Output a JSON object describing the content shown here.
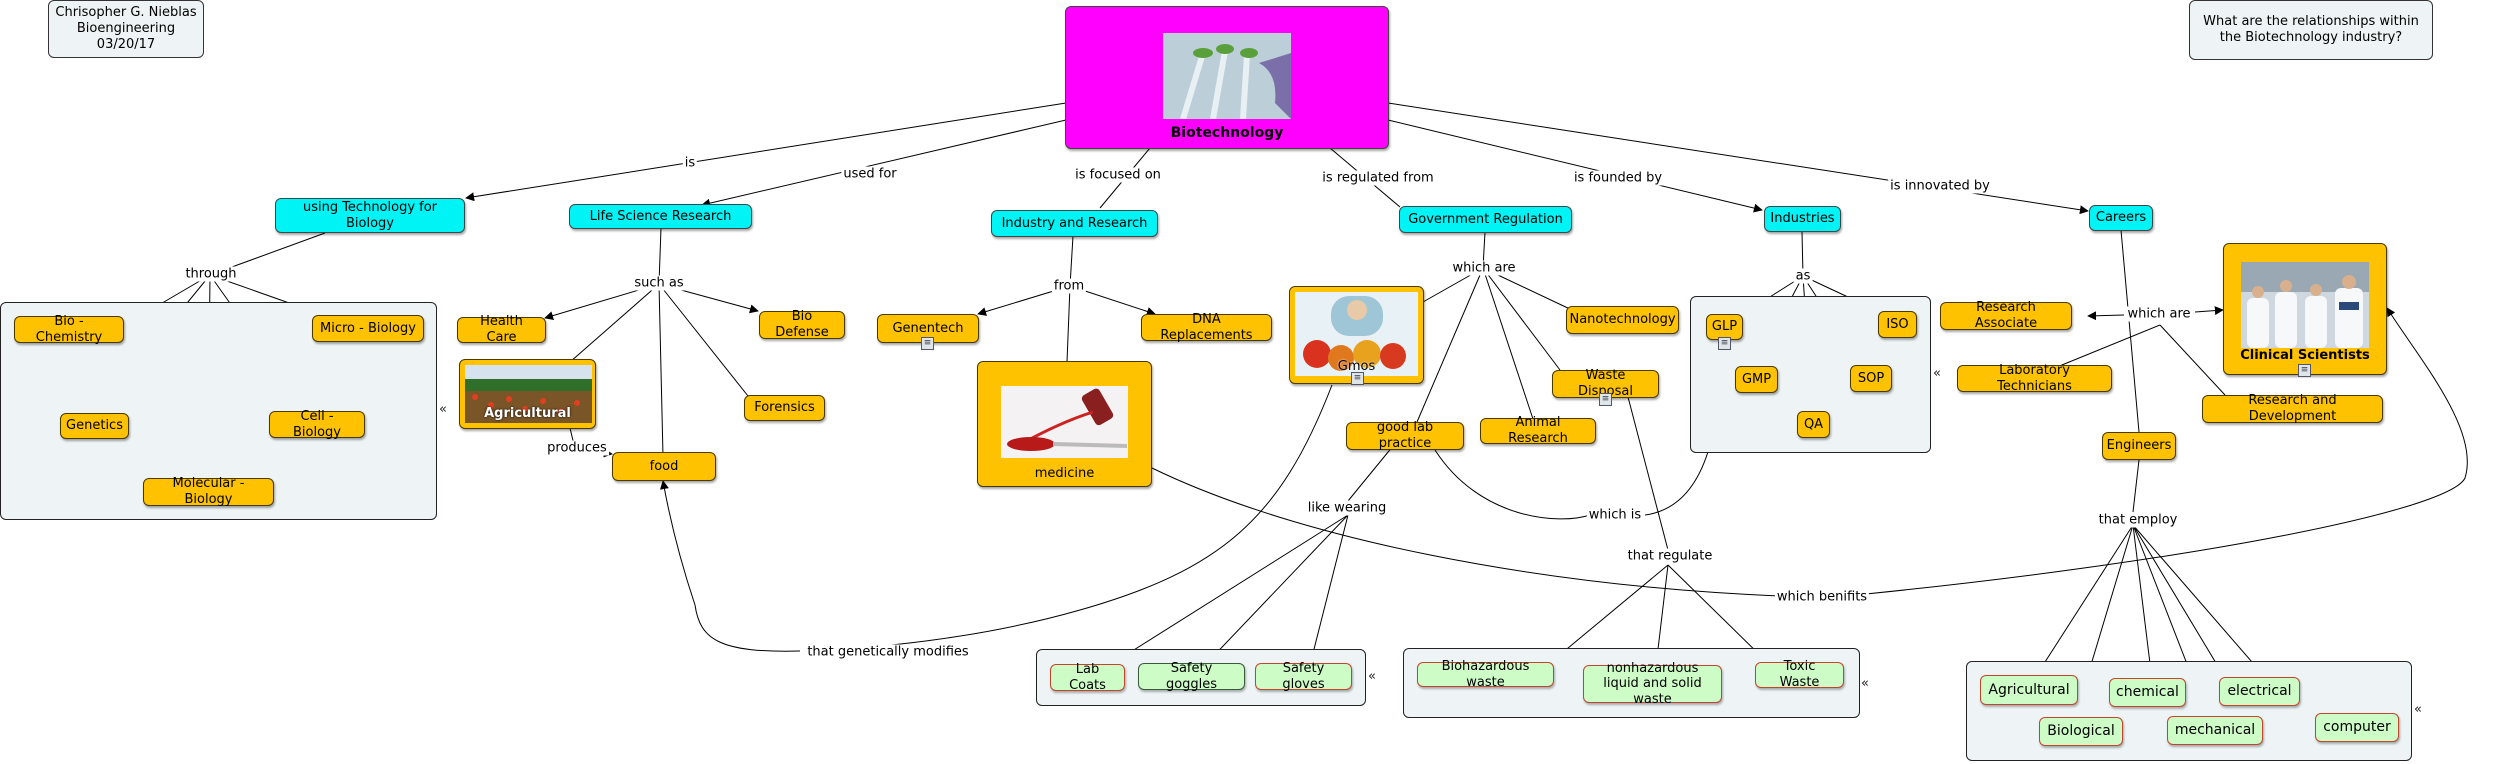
{
  "info_left": [
    "Chrisopher G. Nieblas",
    "Bioengineering",
    "03/20/17"
  ],
  "focus_question": "What are the relationships within the Biotechnology industry?",
  "center_title": "Biotechnology",
  "colors": {
    "magenta": "#ff00ff",
    "cyan": "#00f3f5",
    "gold": "#ffc200",
    "green": "#cdfcc7",
    "group": "#eef4f6"
  },
  "nodes": {
    "using_tech": "using Technology for Biology",
    "life_science": "Life Science Research",
    "industry_research": "Industry and Research",
    "gov_reg": "Government Regulation",
    "industries": "Industries",
    "careers": "Careers",
    "bio_chem": "Bio - Chemistry",
    "micro_bio": "Micro - Biology",
    "genetics": "Genetics",
    "cell_bio": "Cell - Biology",
    "molecular_bio": "Molecular - Biology",
    "health_care": "Health Care",
    "bio_defense": "Bio Defense",
    "agricultural": "Agricultural",
    "forensics": "Forensics",
    "food": "food",
    "genentech": "Genentech",
    "dna_replacements": "DNA Replacements",
    "medicine": "medicine",
    "gmos": "Gmos",
    "nanotechnology": "Nanotechnology",
    "waste_disposal": "Waste Disposal",
    "good_lab_practice": "good lab practice",
    "animal_research": "Animal Research",
    "glp": "GLP",
    "iso": "ISO",
    "gmp": "GMP",
    "sop": "SOP",
    "qa": "QA",
    "research_associate": "Research Associate",
    "lab_technicians": "Laboratory Technicians",
    "clinical_scientists": "Clinical Scientists",
    "research_development": "Research and Development",
    "engineers": "Engineers",
    "lab_coats": "Lab Coats",
    "safety_goggles": "Safety goggles",
    "safety_gloves": "Safety gloves",
    "biohazardous_waste": "Biohazardous waste",
    "nonhazardous": "nonhazardous liquid and solid waste",
    "toxic_waste": "Toxic Waste",
    "eng_agricultural": "Agricultural",
    "eng_chemical": "chemical",
    "eng_electrical": "electrical",
    "eng_biological": "Biological",
    "eng_mechanical": "mechanical",
    "eng_computer": "computer"
  },
  "links": {
    "is": "is",
    "used_for": "used for",
    "is_focused_on": "is focused on",
    "is_regulated_from": "is regulated from",
    "is_founded_by": "is founded by",
    "is_innovated_by": "is innovated by",
    "through": "through",
    "such_as": "such as",
    "from": "from",
    "which_are_gov": "which are",
    "as": "as",
    "which_are_careers": "which are",
    "produces": "produces",
    "like_wearing": "like wearing",
    "which_is": "which is",
    "that_regulate": "that regulate",
    "that_employ": "that employ",
    "which_benifits": "which benifits",
    "that_genetically_modifies": "that genetically modifies"
  }
}
